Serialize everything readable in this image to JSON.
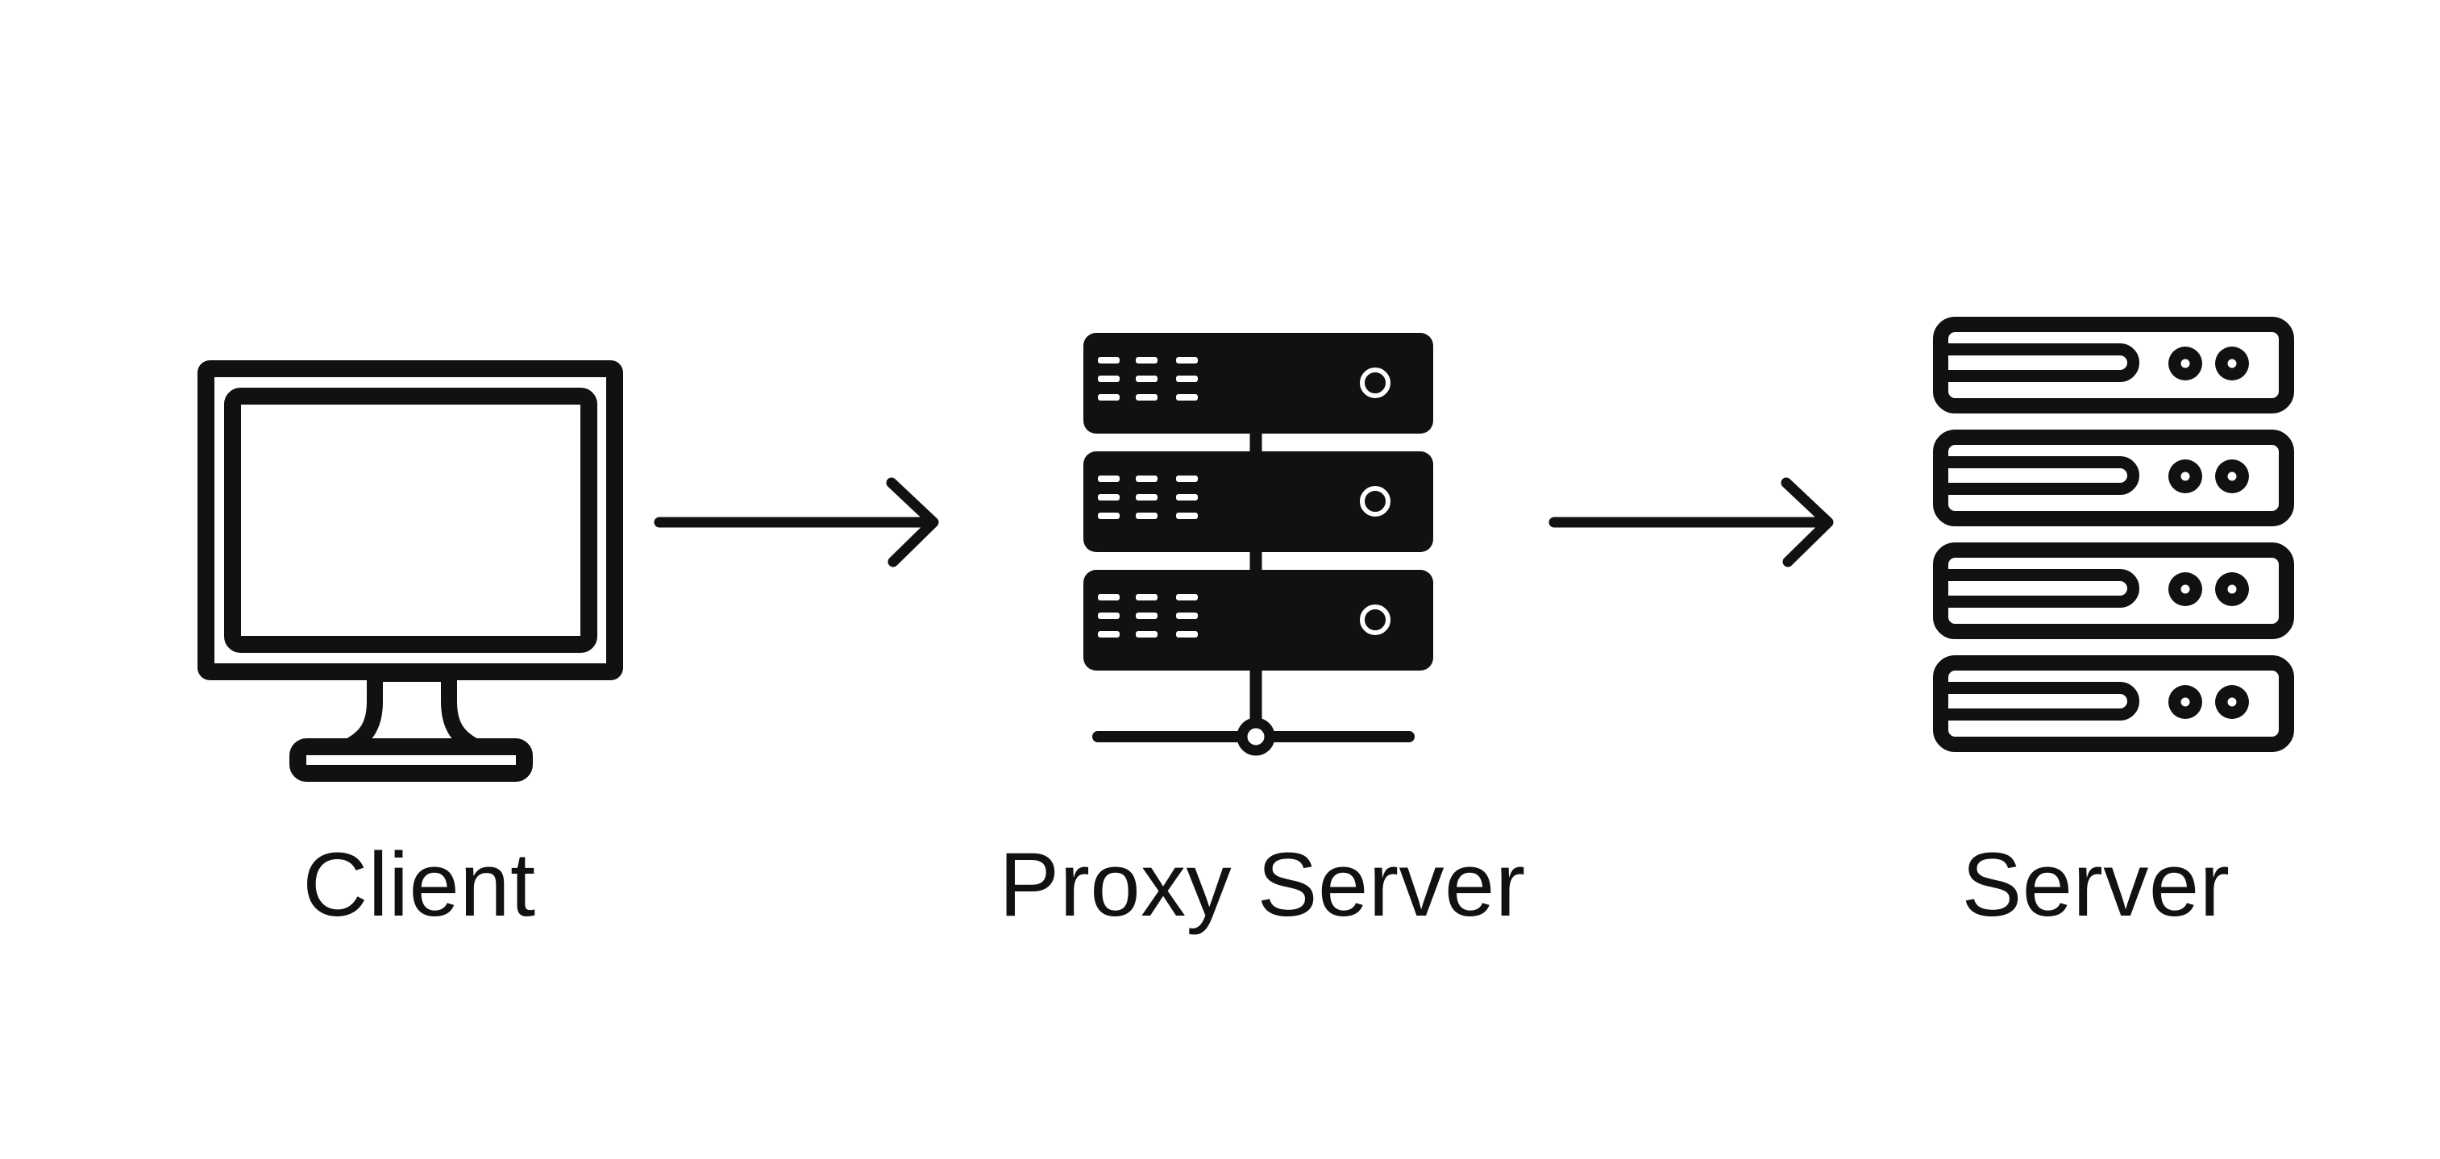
{
  "diagram": {
    "nodes": [
      {
        "id": "client",
        "label": "Client",
        "icon": "desktop-monitor-icon"
      },
      {
        "id": "proxy",
        "label": "Proxy Server",
        "icon": "server-stack-icon"
      },
      {
        "id": "server",
        "label": "Server",
        "icon": "server-rack-icon"
      }
    ],
    "connections": [
      {
        "from": "Client",
        "to": "Proxy Server",
        "direction": "right",
        "icon": "arrow-right-icon"
      },
      {
        "from": "Proxy Server",
        "to": "Server",
        "direction": "right",
        "icon": "arrow-right-icon"
      }
    ]
  },
  "theme": {
    "ink": "#111111",
    "background": "#ffffff"
  }
}
